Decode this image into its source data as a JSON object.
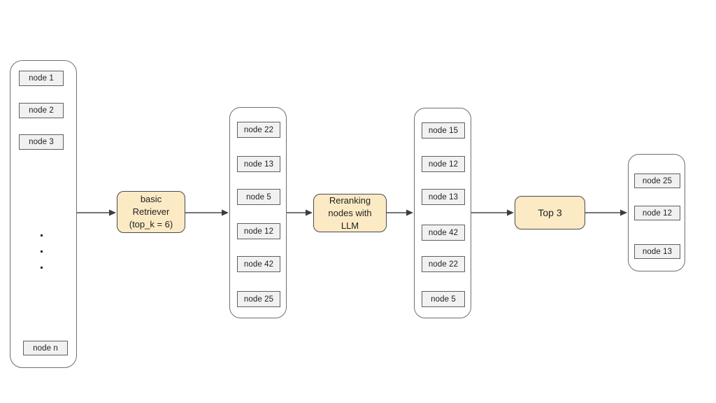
{
  "diagram": {
    "containers": {
      "input": {
        "nodes": [
          "node 1",
          "node 2",
          "node 3"
        ],
        "ellipsis": "⋮",
        "tail_node": "node n"
      },
      "retrieved": {
        "nodes": [
          "node 22",
          "node 13",
          "node 5",
          "node 12",
          "node 42",
          "node 25"
        ]
      },
      "reranked": {
        "nodes": [
          "node 15",
          "node 12",
          "node 13",
          "node 42",
          "node 22",
          "node 5"
        ]
      },
      "top3": {
        "nodes": [
          "node 25",
          "node 12",
          "node 13"
        ]
      }
    },
    "process_boxes": {
      "retriever": "basic\nRetriever\n(top_k = 6)",
      "reranker": "Reranking\nnodes with\nLLM",
      "top3": "Top 3"
    },
    "colors": {
      "background": "#ffffff",
      "process_fill": "#fceac5",
      "process_border": "#4a4a4a",
      "node_fill": "#f1f1f1",
      "node_border": "#5f5f5f",
      "container_border": "#6f6f6f",
      "arrow_line": "#757575",
      "arrow_head": "#3d3d3d"
    }
  }
}
